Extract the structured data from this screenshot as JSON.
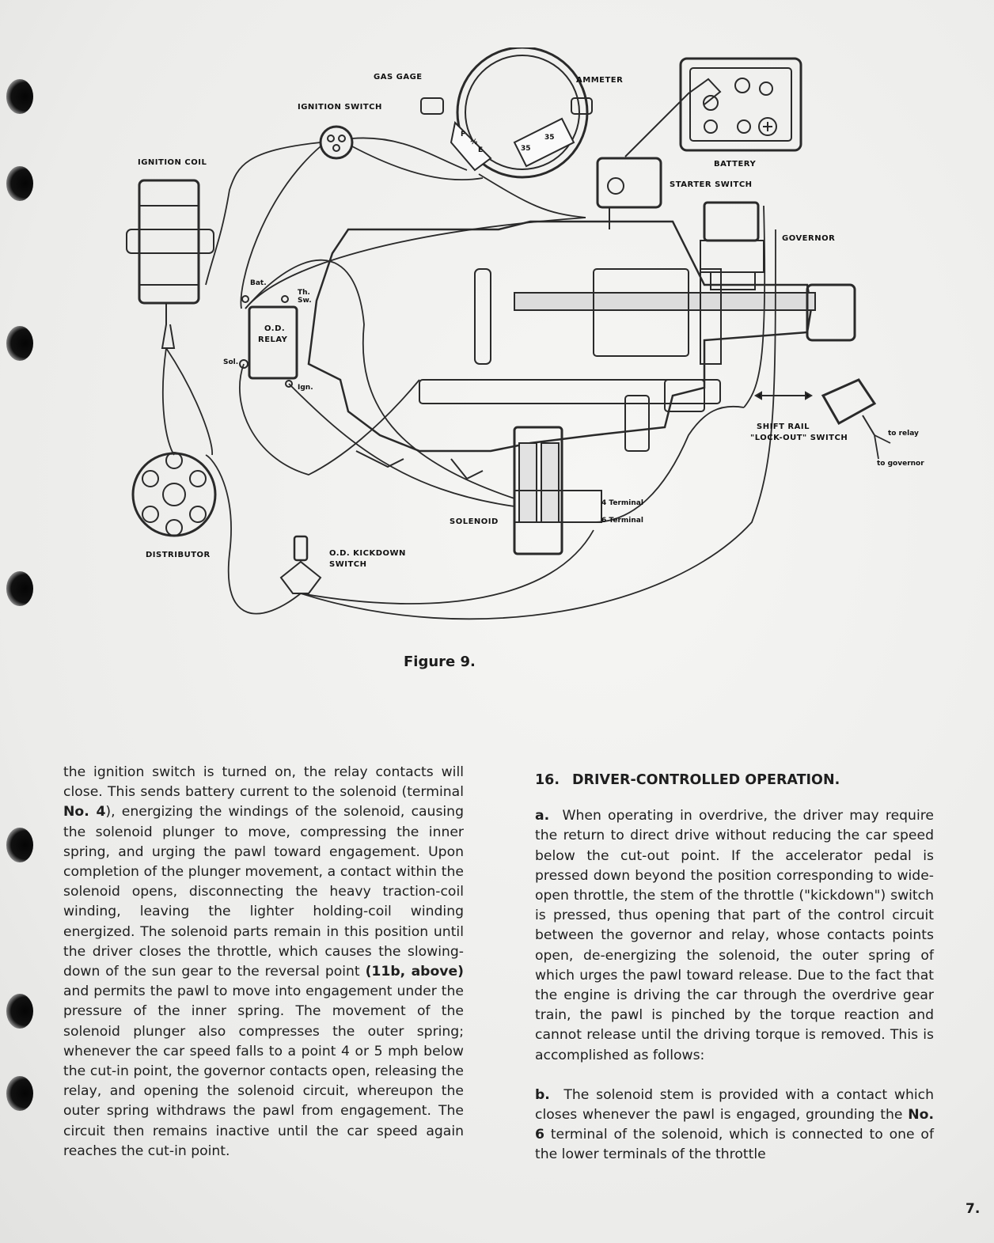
{
  "figure": {
    "caption": "Figure 9.",
    "labels": {
      "gas_gage": "GAS GAGE",
      "ammeter": "AMMETER",
      "ignition_switch": "IGNITION SWITCH",
      "ignition_coil": "IGNITION COIL",
      "battery": "BATTERY",
      "starter_switch": "STARTER SWITCH",
      "governor": "GOVERNOR",
      "bat": "Bat.",
      "th": "Th.",
      "sw": "Sw.",
      "od_relay_line1": "O.D.",
      "od_relay_line2": "RELAY",
      "sol": "Sol.",
      "ign": "Ign.",
      "shift_rail_line1": "SHIFT RAIL",
      "shift_rail_line2": "\"LOCK-OUT\" SWITCH",
      "to_relay": "to relay",
      "to_governor": "to governor",
      "terminal_4": "4 Terminal",
      "terminal_6": "6 Terminal",
      "solenoid": "SOLENOID",
      "distributor": "DISTRIBUTOR",
      "kickdown_line1": "O.D. KICKDOWN",
      "kickdown_line2": "SWITCH",
      "gauge_f": "F",
      "gauge_half": "½",
      "gauge_e": "E",
      "gauge_minus": "35",
      "gauge_plus": "35"
    }
  },
  "left_column": {
    "p1_a": "the ignition switch is turned on, the relay contacts will close. This sends battery current to the solenoid (terminal ",
    "p1_b": "No. 4",
    "p1_c": "), energizing the windings of the solenoid, causing the solenoid plunger to move, compressing the inner spring, and urging the pawl toward engagement. Upon completion of the plunger movement, a contact within the solenoid opens, disconnecting the heavy traction-coil winding, leaving the lighter holding-coil winding energized. The solenoid parts remain in this position until the driver closes the throttle, which causes the slowing-down of the sun gear to the reversal point ",
    "p1_d": "(11b, above)",
    "p1_e": " and permits the pawl to move into engagement under the pressure of the inner spring. The movement of the solenoid plunger also compresses the outer spring; whenever the car speed falls to a point 4 or 5 mph below the cut-in point, the governor contacts open, releasing the relay, and opening the solenoid circuit, whereupon the outer spring withdraws the pawl from engagement. The circuit then remains inactive until the car speed again reaches the cut-in point."
  },
  "right_column": {
    "heading_num": "16.",
    "heading_text": "DRIVER-CONTROLLED OPERATION.",
    "pa_label": "a.",
    "pa_text": "When operating in overdrive, the driver may require the return to direct drive without reducing the car speed below the cut-out point. If the accelerator pedal is pressed down beyond the position corresponding to wide-open throttle, the stem of the throttle (\"kickdown\") switch is pressed, thus opening that part of the control circuit between the governor and relay, whose contacts points open, de-energizing the solenoid, the outer spring of which urges the pawl toward release. Due to the fact that the engine is driving the car through the overdrive gear train, the pawl is pinched by the torque reaction and cannot release until the driving torque is removed. This is accomplished as follows:",
    "pb_label": "b.",
    "pb_a": "The solenoid stem is provided with a contact which closes whenever the pawl is engaged, grounding the ",
    "pb_b": "No. 6",
    "pb_c": " terminal of the solenoid, which is connected to one of the lower terminals of the throttle"
  },
  "page_number": "7."
}
